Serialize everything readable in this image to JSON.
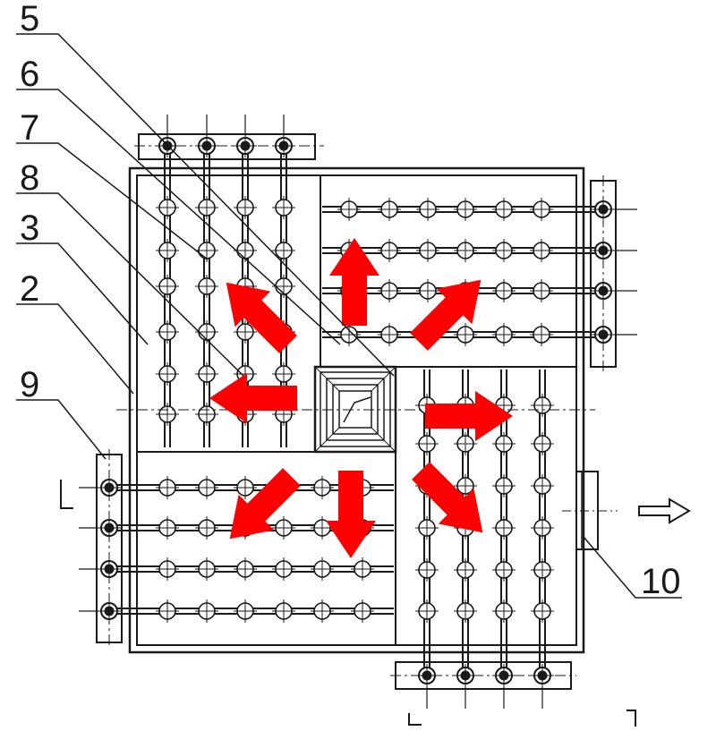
{
  "labels": {
    "five": "5",
    "six": "6",
    "seven": "7",
    "eight": "8",
    "three": "3",
    "two": "2",
    "nine": "9",
    "ten": "10"
  },
  "colors": {
    "line": "#1a1a1a",
    "flow_arrow": "#ff0000",
    "background": "#ffffff"
  },
  "icons": {
    "flow_arrow": "red-flow-arrow-icon",
    "outlet_arrow": "outlet-arrow-icon",
    "section_mark": "section-mark-icon"
  }
}
